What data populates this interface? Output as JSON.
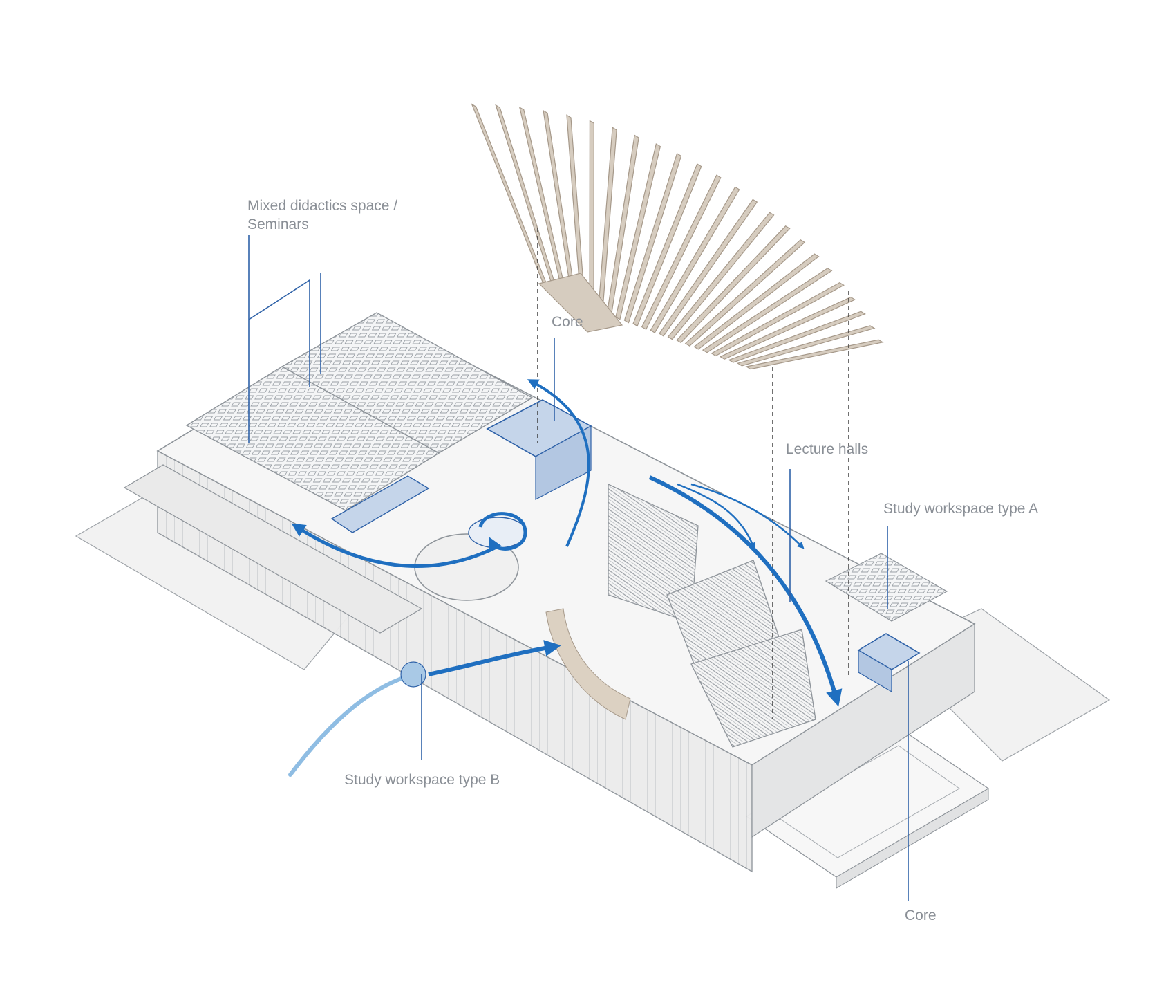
{
  "labels": {
    "mixed_line1": "Mixed didactics space /",
    "mixed_line2": "Seminars",
    "core_top": "Core",
    "lecture_halls": "Lecture halls",
    "study_a": "Study workspace type A",
    "study_b": "Study workspace type B",
    "core_bottom": "Core"
  },
  "colors": {
    "circulation": "#1f6fc0",
    "circulation_light": "#8fbde3",
    "core_fill": "#c5d5ea",
    "leader": "#2f62a8",
    "label_text": "#8a8f96",
    "wood": "#d6ccbf",
    "building_line": "#8e949a"
  }
}
